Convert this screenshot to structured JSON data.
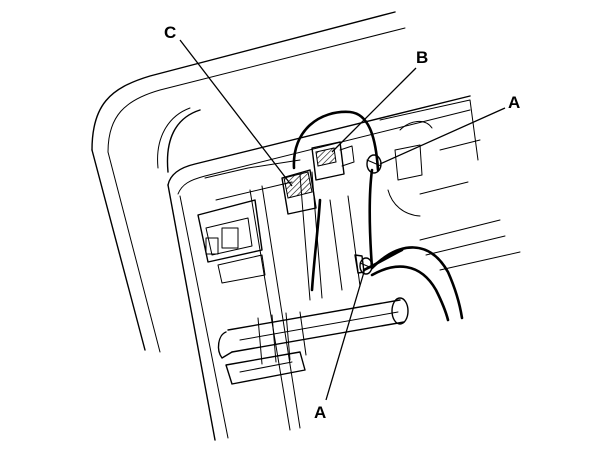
{
  "callouts": {
    "c": "C",
    "b": "B",
    "a_top": "A",
    "a_bottom": "A"
  },
  "colors": {
    "line": "#000000",
    "background": "#ffffff",
    "hatch": "#000000"
  }
}
